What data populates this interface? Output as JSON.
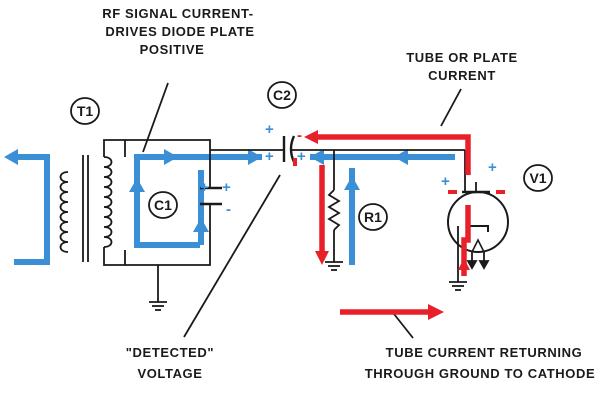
{
  "labels": {
    "rf_signal_line1": "RF SIGNAL CURRENT-",
    "rf_signal_line2": "DRIVES DIODE PLATE",
    "rf_signal_line3": "POSITIVE",
    "tube_current_line1": "TUBE OR PLATE",
    "tube_current_line2": "CURRENT",
    "detected_line1": "\"DETECTED\"",
    "detected_line2": "VOLTAGE",
    "return_line1": "TUBE CURRENT RETURNING",
    "return_line2": "THROUGH GROUND TO CATHODE"
  },
  "components": {
    "t1": "T1",
    "c1": "C1",
    "c2": "C2",
    "r1": "R1",
    "v1": "V1"
  },
  "polarity": {
    "plus": "+",
    "minus": "-"
  },
  "colors": {
    "signal_current": "#3a8fd6",
    "tube_current": "#e8202a",
    "wiring": "#1a1a1a"
  }
}
